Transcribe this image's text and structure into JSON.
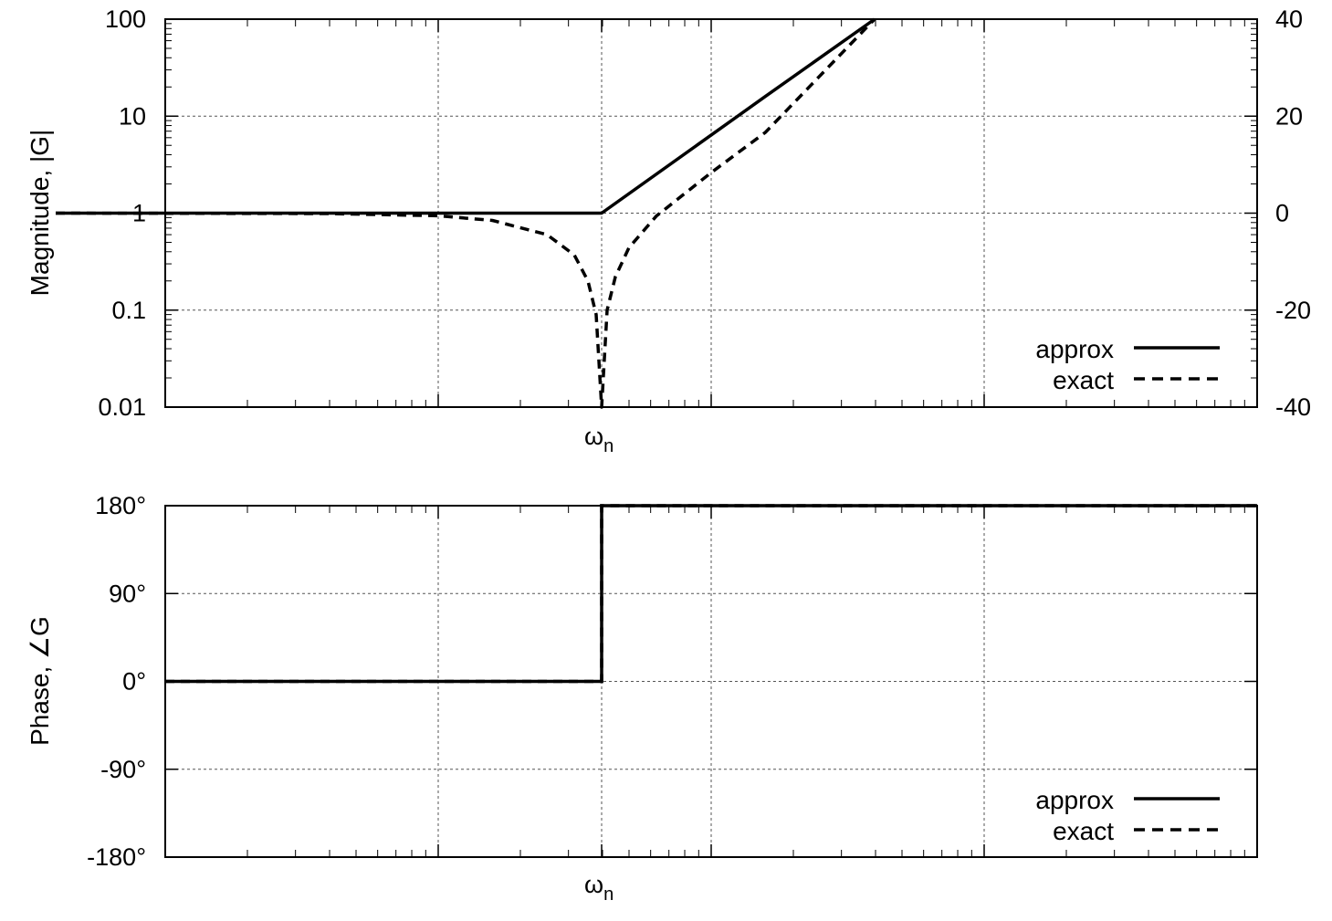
{
  "chart_data": [
    {
      "type": "line",
      "ylabel": "Magnitude, |G|",
      "x_scale": "log",
      "x_decades": 4,
      "x_tick_label": "ωn",
      "x_tick_label_sub": "n",
      "x_tick_label_base": "ω",
      "x_tick_position_decades": -0.4,
      "y_scale": "log",
      "y_ticks_left": [
        "100",
        "10",
        "1",
        "0.1",
        "0.01"
      ],
      "y_ticks_right": [
        "40",
        "20",
        "0",
        "-20",
        "-40"
      ],
      "ylim": [
        0.01,
        100
      ],
      "y2lim": [
        -40,
        40
      ],
      "grid": true,
      "legend_position": "bottom-right",
      "series": [
        {
          "name": "approx",
          "style": "solid",
          "points": [
            [
              -2,
              1
            ],
            [
              0,
              1
            ],
            [
              0.6,
              16
            ],
            [
              1,
              100
            ]
          ]
        },
        {
          "name": "exact",
          "style": "dashed",
          "points": [
            [
              -2,
              1
            ],
            [
              -1,
              0.99
            ],
            [
              -0.6,
              0.94
            ],
            [
              -0.4,
              0.84
            ],
            [
              -0.2,
              0.6
            ],
            [
              -0.1,
              0.37
            ],
            [
              -0.05,
              0.2
            ],
            [
              -0.02,
              0.09
            ],
            [
              0,
              0.01
            ],
            [
              0.02,
              0.1
            ],
            [
              0.05,
              0.22
            ],
            [
              0.1,
              0.44
            ],
            [
              0.2,
              0.93
            ],
            [
              0.4,
              2.6
            ],
            [
              0.6,
              6.8
            ],
            [
              1,
              100
            ]
          ]
        }
      ]
    },
    {
      "type": "line",
      "ylabel": "Phase, ∠G",
      "x_scale": "log",
      "x_decades": 4,
      "x_tick_label": "ωn",
      "x_tick_label_sub": "n",
      "x_tick_label_base": "ω",
      "y_ticks": [
        "180°",
        "90°",
        "0°",
        "-90°",
        "-180°"
      ],
      "ylim": [
        -180,
        180
      ],
      "grid": true,
      "legend_position": "bottom-right",
      "series": [
        {
          "name": "approx",
          "style": "solid",
          "points": [
            [
              -2,
              0
            ],
            [
              0,
              0
            ],
            [
              0,
              180
            ],
            [
              2,
              180
            ]
          ]
        },
        {
          "name": "exact",
          "style": "dashed",
          "points": [
            [
              -2,
              0
            ],
            [
              0,
              0
            ],
            [
              0,
              180
            ],
            [
              2,
              180
            ]
          ]
        }
      ]
    }
  ],
  "legend": {
    "approx_label": "approx",
    "exact_label": "exact"
  }
}
